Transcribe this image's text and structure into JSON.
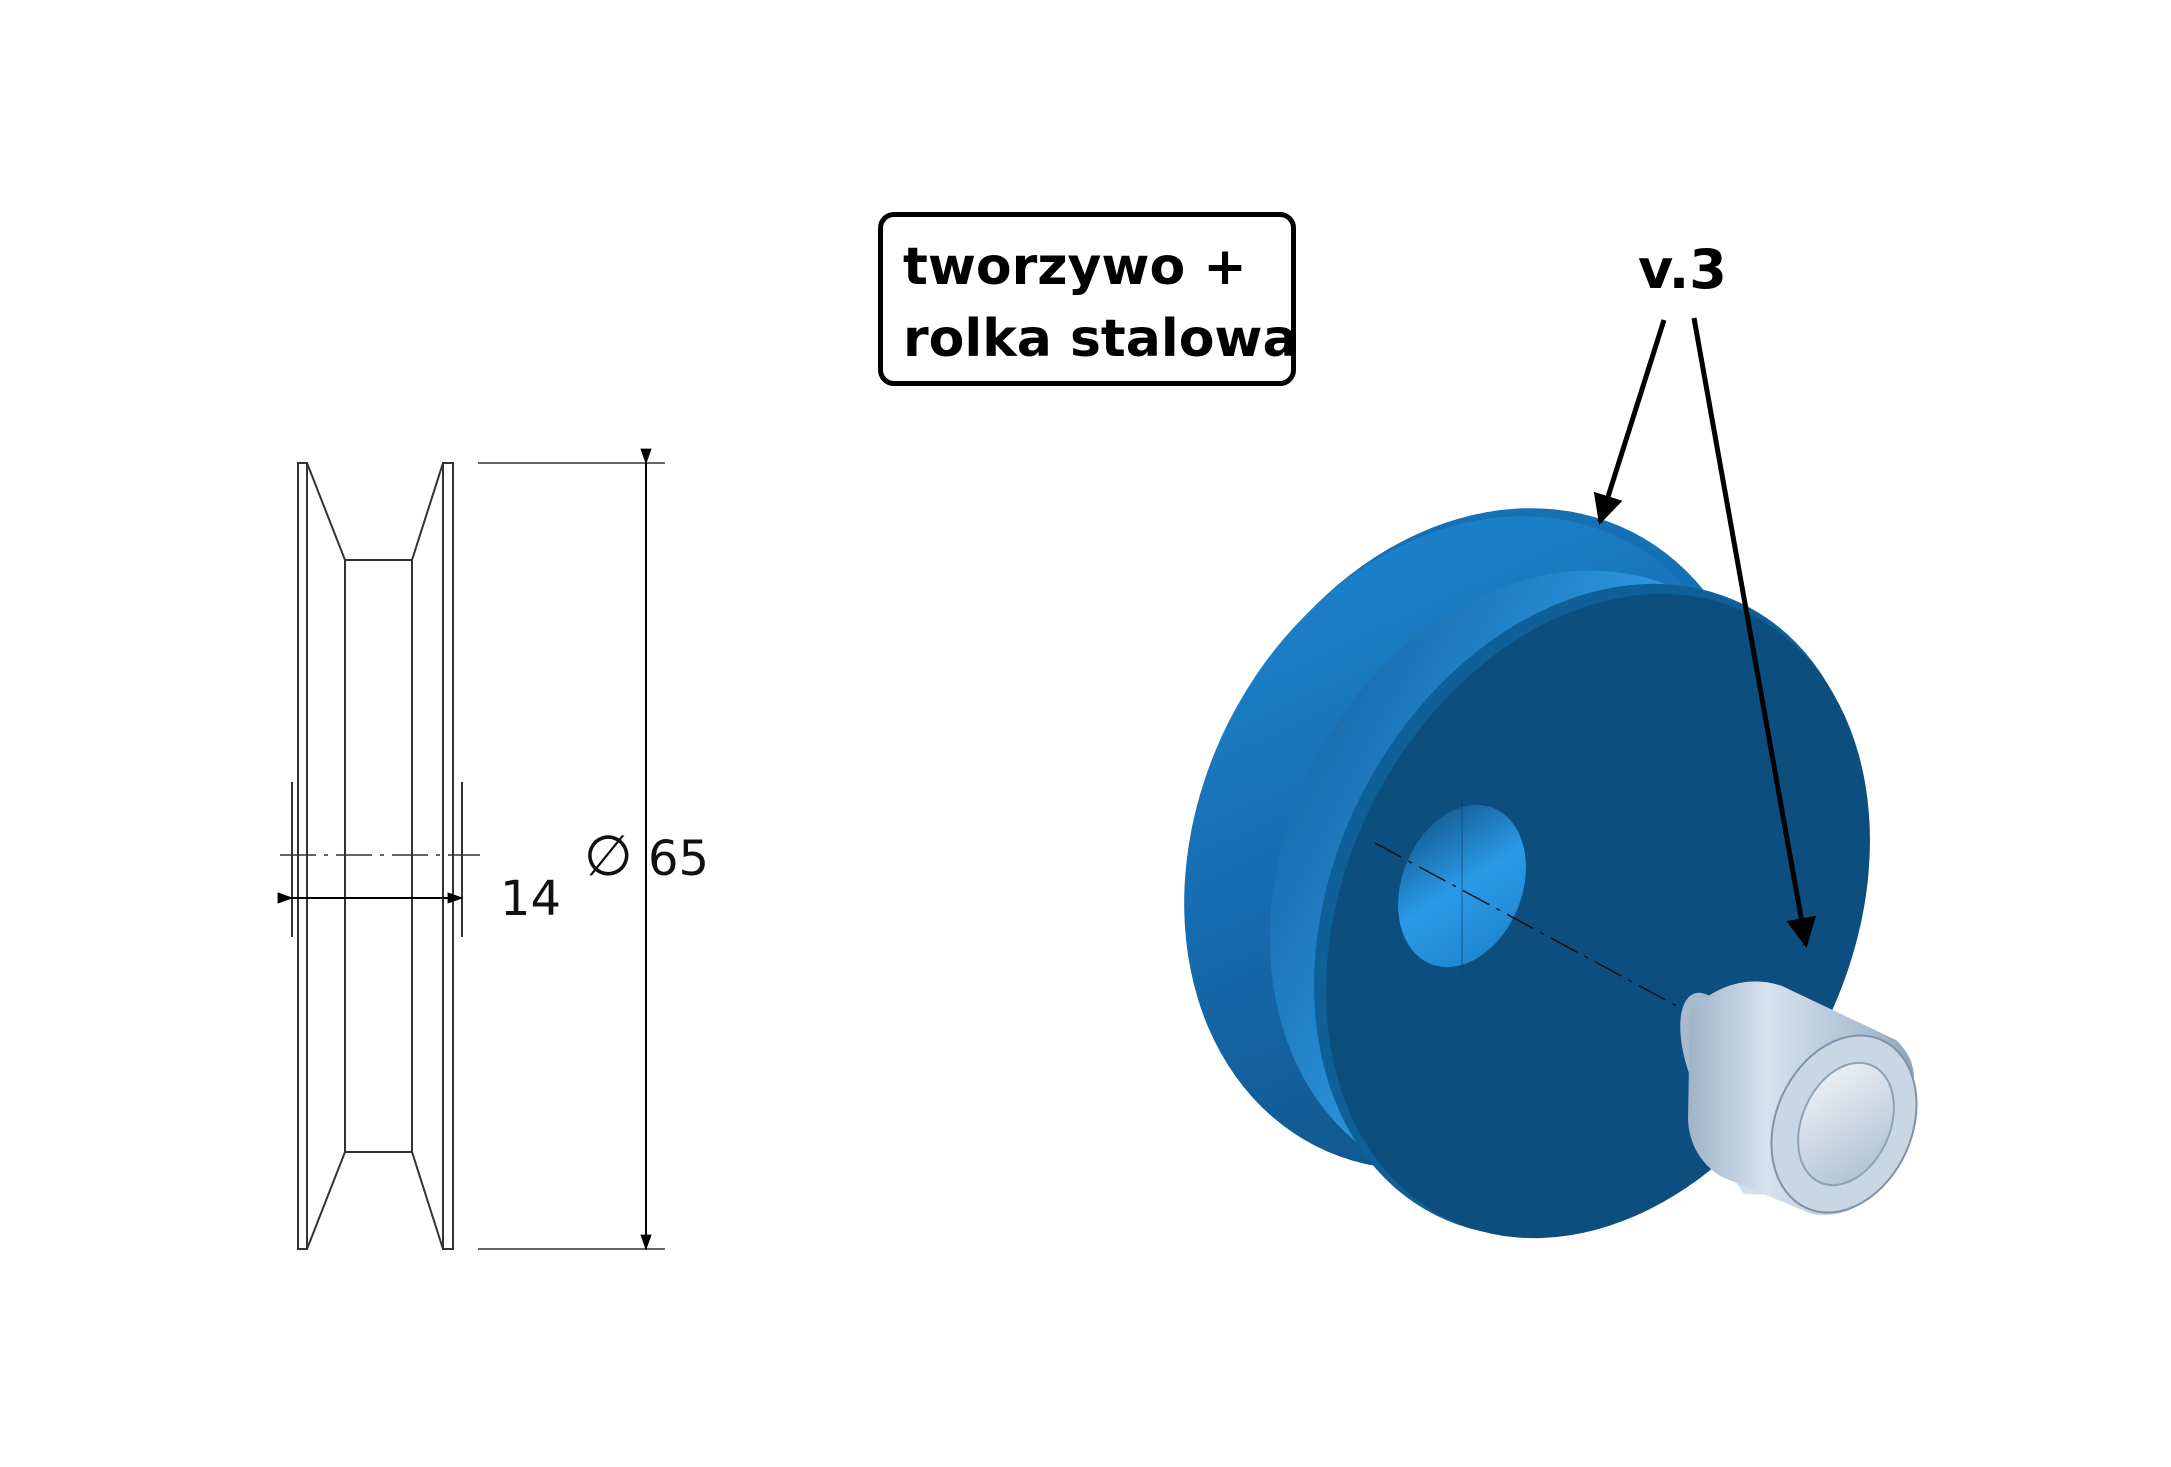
{
  "material_label": {
    "line1": "tworzywo +",
    "line2": "rolka stalowa"
  },
  "version_label": "v.3",
  "dimensions": {
    "diameter_symbol": "∅",
    "diameter_value": "65",
    "width_value": "14"
  },
  "colors": {
    "pulley_blue": "#0D5A8F",
    "pulley_blue_light": "#1F86D0",
    "sleeve_steel": "#B7C7D8",
    "line": "#333333"
  }
}
